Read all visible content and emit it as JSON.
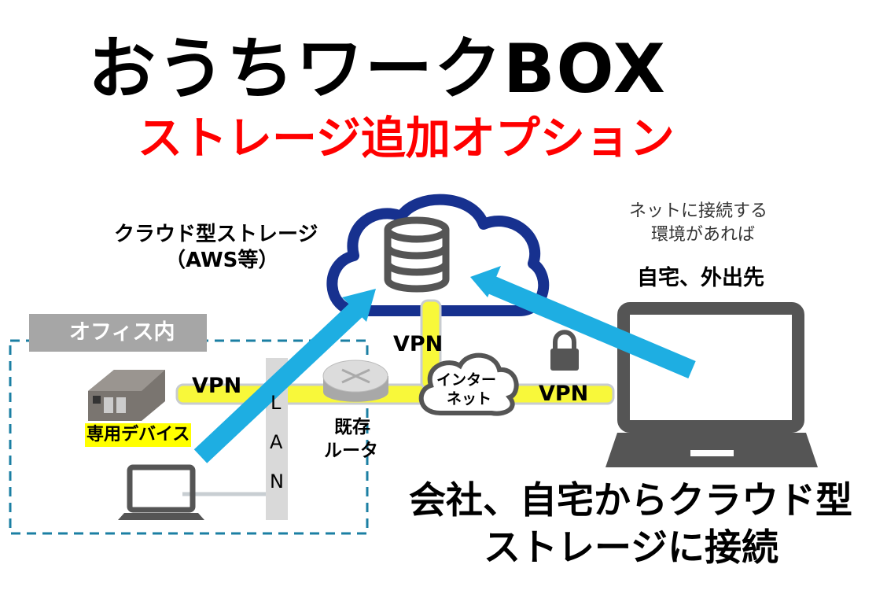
{
  "title": "おうちワークBOX",
  "subtitle": "ストレージ追加オプション",
  "cloud_storage": {
    "line1": "クラウド型ストレージ",
    "line2": "（AWS等）"
  },
  "remote": {
    "line1": "ネットに接続する",
    "line2": "環境があれば",
    "place": "自宅、外出先"
  },
  "office": {
    "label": "オフィス内",
    "device": "専用デバイス",
    "lan": [
      "L",
      "A",
      "N"
    ]
  },
  "router": {
    "line1": "既存",
    "line2": "ルータ"
  },
  "internet": {
    "line1": "インター",
    "line2": "ネット"
  },
  "vpn_labels": [
    "VPN",
    "VPN",
    "VPN"
  ],
  "footer": {
    "line1": "会社、自宅からクラウド型",
    "line2": "ストレージに接続"
  },
  "colors": {
    "title": "#000000",
    "subtitle": "#ff0000",
    "cloud": "#17318f",
    "arrow": "#1eaee2",
    "pipe": "#f8f83a",
    "office_border": "#1b7fa3"
  }
}
